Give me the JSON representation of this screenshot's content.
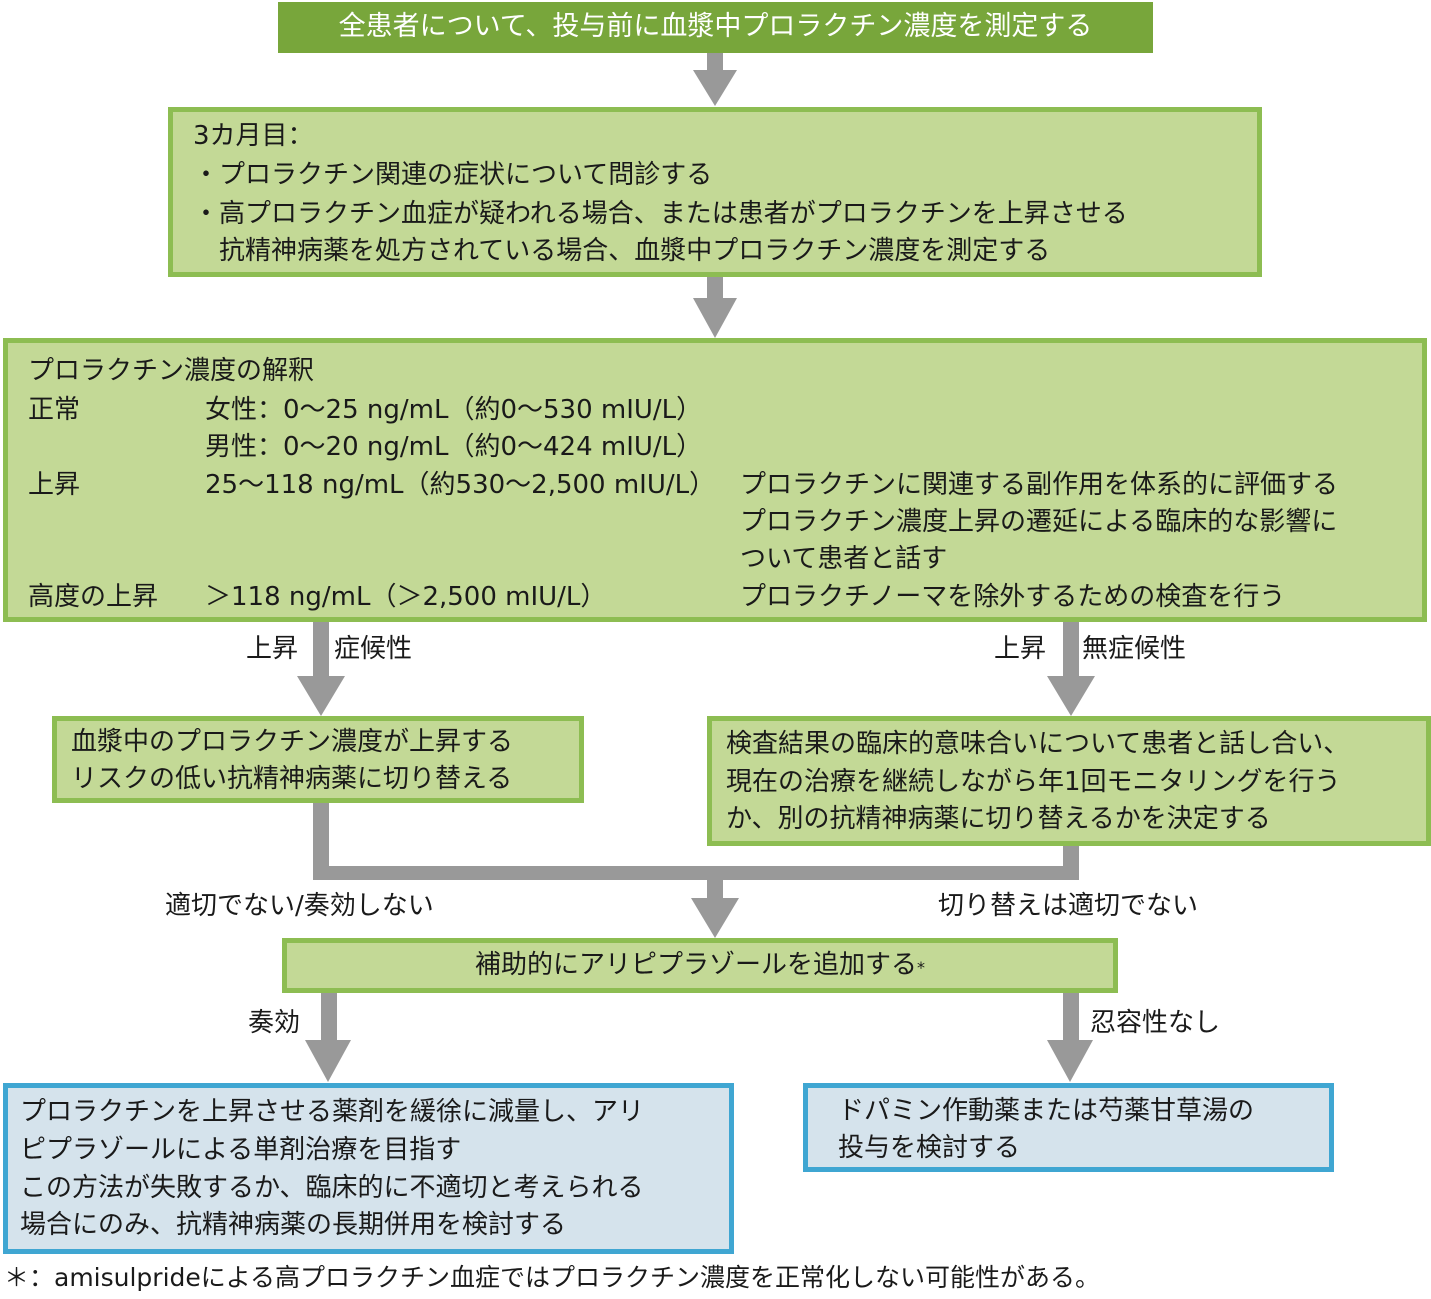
{
  "colors": {
    "dark_green": "#78a63b",
    "light_green_fill": "#c3d996",
    "light_green_border": "#8dbd52",
    "light_blue_fill": "#d5e3ec",
    "light_blue_border": "#3fa6d2",
    "arrow_gray": "#999999"
  },
  "step1": {
    "text": "全患者について、投与前に血漿中プロラクチン濃度を測定する"
  },
  "step2": {
    "title": "3カ月目：",
    "bullets": [
      "・プロラクチン関連の症状について問診する",
      "・高プロラクチン血症が疑われる場合、または患者がプロラクチンを上昇させる",
      "　抗精神病薬を処方されている場合、血漿中プロラクチン濃度を測定する"
    ]
  },
  "interpretation": {
    "title": "プロラクチン濃度の解釈",
    "rows": [
      {
        "category": "正常",
        "value": "女性：0～25 ng/mL（約0～530 mIU/L）"
      },
      {
        "category": "",
        "value": "男性：0～20 ng/mL（約0～424 mIU/L）"
      },
      {
        "category": "上昇",
        "value": "25～118 ng/mL（約530～2,500 mIU/L）"
      },
      {
        "category": "高度の上昇",
        "value": "＞118 ng/mL（＞2,500 mIU/L）"
      }
    ],
    "actions": [
      "プロラクチンに関連する副作用を体系的に評価する",
      "プロラクチン濃度上昇の遷延による臨床的な影響に",
      "ついて患者と話す",
      "プロラクチノーマを除外するための検査を行う"
    ]
  },
  "branch_labels": {
    "left_elevated": "上昇",
    "left_condition": "症候性",
    "right_elevated": "上昇",
    "right_condition": "無症候性",
    "not_appropriate": "適切でない/奏効しない",
    "switch_not_appropriate": "切り替えは適切でない",
    "effective": "奏効",
    "intolerant": "忍容性なし"
  },
  "switch_box": {
    "lines": [
      "血漿中のプロラクチン濃度が上昇する",
      "リスクの低い抗精神病薬に切り替える"
    ]
  },
  "discuss_box": {
    "lines": [
      "検査結果の臨床的意味合いについて患者と話し合い、",
      "現在の治療を継続しながら年1回モニタリングを行う",
      "か、別の抗精神病薬に切り替えるかを決定する"
    ]
  },
  "aripiprazole_box": {
    "text": "補助的にアリピプラゾールを追加する",
    "footnote_mark": "*"
  },
  "taper_box": {
    "lines": [
      "プロラクチンを上昇させる薬剤を緩徐に減量し、アリ",
      "ピプラゾールによる単剤治療を目指す",
      "この方法が失敗するか、臨床的に不適切と考えられる",
      "場合にのみ、抗精神病薬の長期併用を検討する"
    ]
  },
  "dopamine_box": {
    "lines": [
      "ドパミン作動薬または芍薬甘草湯の",
      "投与を検討する"
    ]
  },
  "footnote": {
    "text": "＊：amisulprideによる高プロラクチン血症ではプロラクチン濃度を正常化しない可能性がある。"
  }
}
